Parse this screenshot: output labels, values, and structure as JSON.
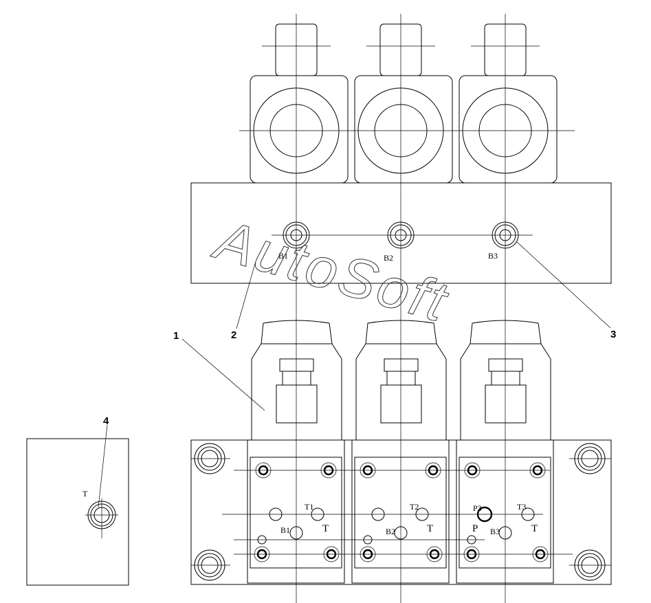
{
  "watermark": "AutoSoft",
  "callouts": [
    "1",
    "2",
    "3",
    "4"
  ],
  "top_ports": [
    "B1",
    "B2",
    "B3"
  ],
  "side_view": {
    "port_label": "T"
  },
  "bottom_labels": {
    "t_ports": [
      "T1",
      "T2",
      "T3"
    ],
    "b_ports": [
      "B1",
      "B2",
      "B3"
    ],
    "p_port": "P3",
    "t_letters": [
      "T",
      "T",
      "T"
    ],
    "p_letter": "P"
  }
}
